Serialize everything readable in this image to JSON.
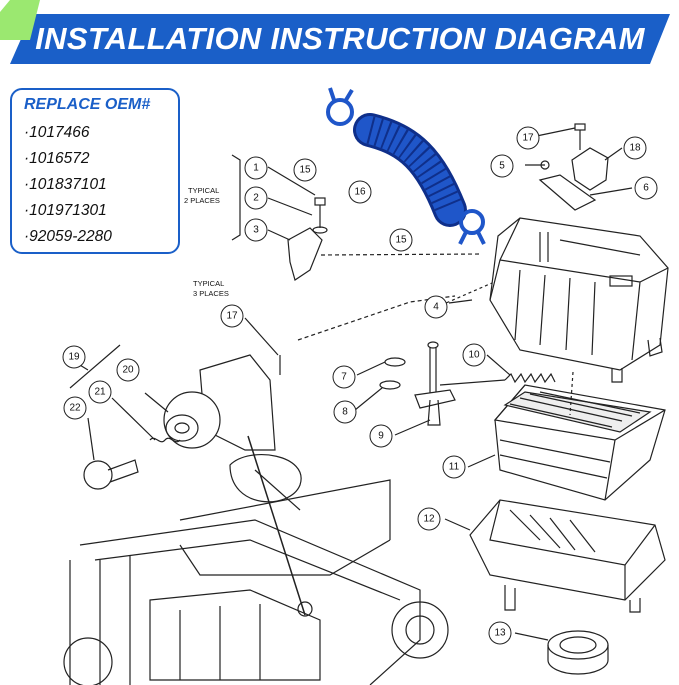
{
  "header": {
    "title": "INSTALLATION INSTRUCTION DIAGRAM",
    "banner_color": "#1a5fc8",
    "accent_color": "#9be870"
  },
  "oem": {
    "title": "REPLACE OEM#",
    "numbers": [
      "·1017466",
      "·1016572",
      "·101837101",
      "·101971301",
      "·92059-2280"
    ]
  },
  "notes": {
    "typical_2_line1": "TYPICAL",
    "typical_2_line2": "2 PLACES",
    "typical_3_line1": "TYPICAL",
    "typical_3_line2": "3 PLACES"
  },
  "callouts": [
    "1",
    "2",
    "3",
    "4",
    "5",
    "6",
    "7",
    "8",
    "9",
    "10",
    "11",
    "12",
    "13",
    "15",
    "15",
    "16",
    "17",
    "17",
    "18",
    "19",
    "20",
    "21",
    "22"
  ],
  "highlight_color": "#1f56c9",
  "icons": [
    "air-intake-hose",
    "hose-clamp",
    "air-box",
    "air-filter",
    "golf-cart"
  ]
}
